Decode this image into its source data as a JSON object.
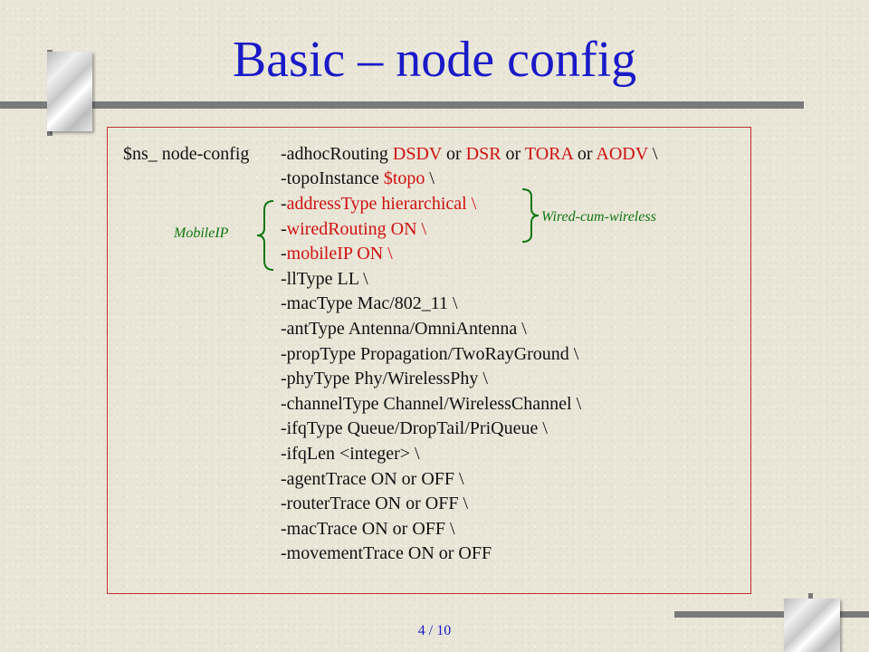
{
  "slide": {
    "title": "Basic – node config",
    "page": "4 / 10"
  },
  "code": {
    "prefix": "$ns_ node-config",
    "l1_a": "-adhocRouting ",
    "l1_b": "DSDV",
    "l1_c": " or ",
    "l1_d": "DSR",
    "l1_e": " or ",
    "l1_f": "TORA",
    "l1_g": " or ",
    "l1_h": "AODV",
    "l1_i": " \\",
    "l2_a": "-topoInstance ",
    "l2_b": "$topo",
    "l2_c": " \\",
    "l3_a": "-",
    "l3_b": "addressType hierarchical \\",
    "l4_a": "-",
    "l4_b": "wiredRouting ON \\",
    "l5_a": "-",
    "l5_b": "mobileIP ON \\",
    "l6": "-llType LL \\",
    "l7": "-macType Mac/802_11 \\",
    "l8": "-antType Antenna/OmniAntenna \\",
    "l9": "-propType Propagation/TwoRayGround \\",
    "l10": "-phyType Phy/WirelessPhy \\",
    "l11": "-channelType Channel/WirelessChannel \\",
    "l12": "-ifqType Queue/DropTail/PriQueue \\",
    "l13": "-ifqLen <integer> \\",
    "l14": "-agentTrace ON or OFF \\",
    "l15": "-routerTrace ON or OFF \\",
    "l16": "-macTrace ON or OFF \\",
    "l17": "-movementTrace ON or OFF"
  },
  "annotations": {
    "mobileip": "MobileIP",
    "wired": "Wired-cum-wireless"
  },
  "colors": {
    "title": "#1a1ac8",
    "highlight": "#d01010",
    "annotation": "#117711",
    "frame": "#c03030"
  }
}
